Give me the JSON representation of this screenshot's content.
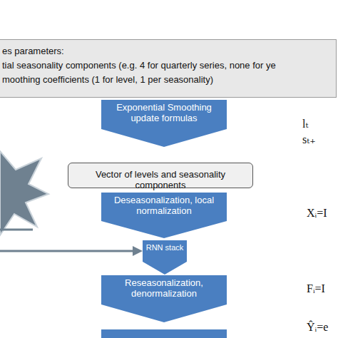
{
  "diagram": {
    "nodes": [
      {
        "text": [
          "es parameters:",
          "tial seasonality components (e.g. 4 for quarterly series, none for ye",
          "moothing coefficients (1 for level, 1 per seasonality)"
        ]
      },
      {
        "text": [
          "Exponential Smoothing update formulas"
        ]
      },
      {
        "text": [
          "Vector of levels and seasonality components"
        ]
      },
      {
        "text": [
          "Deseasonalization, local normalization"
        ]
      },
      {
        "text": [
          "RNN stack"
        ]
      },
      {
        "text": [
          "Reseasonalization, denormalization"
        ]
      }
    ],
    "labels": [
      "lₜ",
      "sₜ₊",
      "Xᵢ=I",
      "Fᵢ=I",
      "Ŷᵢ=e"
    ]
  }
}
